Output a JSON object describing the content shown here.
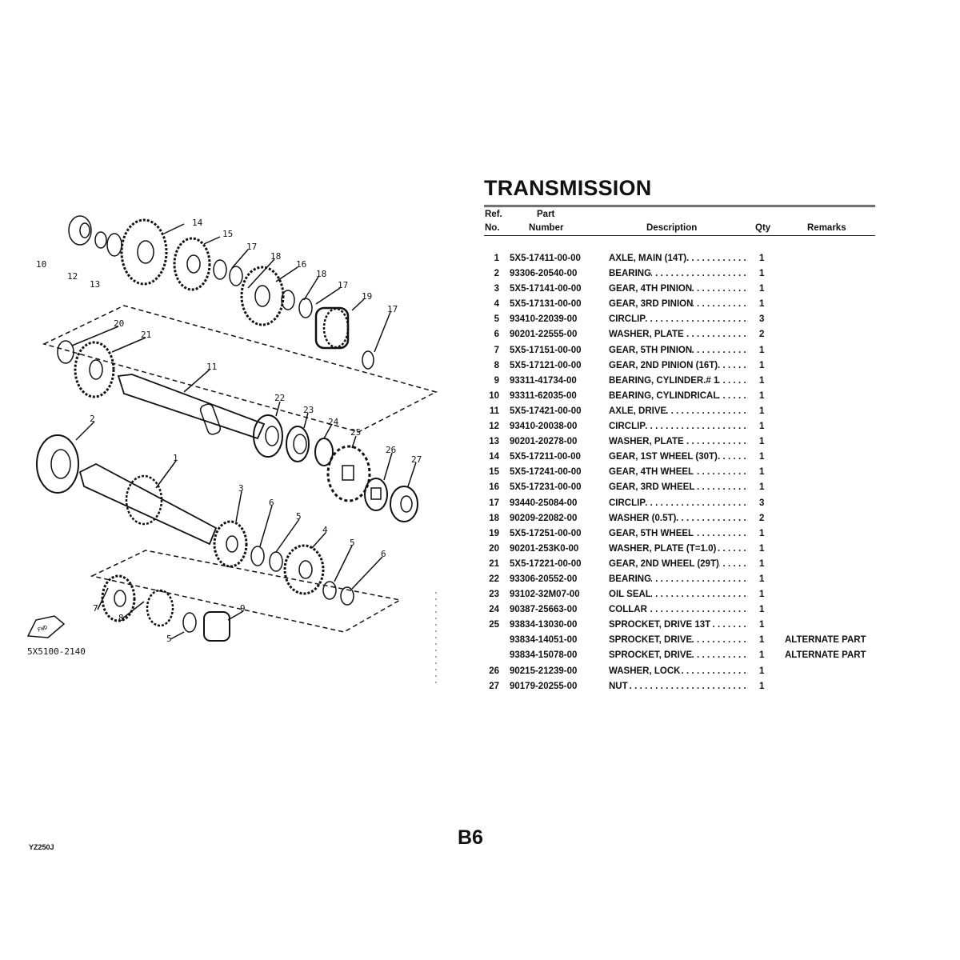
{
  "title": "TRANSMISSION",
  "headers": {
    "ref1": "Ref.",
    "ref2": "No.",
    "part1": "Part",
    "part2": "Number",
    "description": "Description",
    "qty": "Qty",
    "remarks": "Remarks"
  },
  "parts": [
    {
      "ref": "1",
      "part": "5X5-17411-00-00",
      "desc": "AXLE, MAIN (14T)",
      "qty": "1",
      "remarks": ""
    },
    {
      "ref": "2",
      "part": "93306-20540-00",
      "desc": "BEARING",
      "qty": "1",
      "remarks": ""
    },
    {
      "ref": "3",
      "part": "5X5-17141-00-00",
      "desc": "GEAR, 4TH PINION",
      "qty": "1",
      "remarks": ""
    },
    {
      "ref": "4",
      "part": "5X5-17131-00-00",
      "desc": "GEAR, 3RD PINION",
      "qty": "1",
      "remarks": ""
    },
    {
      "ref": "5",
      "part": "93410-22039-00",
      "desc": "CIRCLIP",
      "qty": "3",
      "remarks": ""
    },
    {
      "ref": "6",
      "part": "90201-22555-00",
      "desc": "WASHER, PLATE",
      "qty": "2",
      "remarks": ""
    },
    {
      "ref": "7",
      "part": "5X5-17151-00-00",
      "desc": "GEAR, 5TH PINION",
      "qty": "1",
      "remarks": ""
    },
    {
      "ref": "8",
      "part": "5X5-17121-00-00",
      "desc": "GEAR, 2ND PINION (16T)",
      "qty": "1",
      "remarks": ""
    },
    {
      "ref": "9",
      "part": "93311-41734-00",
      "desc": "BEARING, CYLINDER.# 1",
      "qty": "1",
      "remarks": ""
    },
    {
      "ref": "10",
      "part": "93311-62035-00",
      "desc": "BEARING, CYLINDRICAL",
      "qty": "1",
      "remarks": ""
    },
    {
      "ref": "11",
      "part": "5X5-17421-00-00",
      "desc": "AXLE, DRIVE",
      "qty": "1",
      "remarks": ""
    },
    {
      "ref": "12",
      "part": "93410-20038-00",
      "desc": "CIRCLIP",
      "qty": "1",
      "remarks": ""
    },
    {
      "ref": "13",
      "part": "90201-20278-00",
      "desc": "WASHER, PLATE",
      "qty": "1",
      "remarks": ""
    },
    {
      "ref": "14",
      "part": "5X5-17211-00-00",
      "desc": "GEAR, 1ST WHEEL (30T)",
      "qty": "1",
      "remarks": ""
    },
    {
      "ref": "15",
      "part": "5X5-17241-00-00",
      "desc": "GEAR, 4TH WHEEL",
      "qty": "1",
      "remarks": ""
    },
    {
      "ref": "16",
      "part": "5X5-17231-00-00",
      "desc": "GEAR, 3RD WHEEL",
      "qty": "1",
      "remarks": ""
    },
    {
      "ref": "17",
      "part": "93440-25084-00",
      "desc": "CIRCLIP",
      "qty": "3",
      "remarks": ""
    },
    {
      "ref": "18",
      "part": "90209-22082-00",
      "desc": "WASHER (0.5T)",
      "qty": "2",
      "remarks": ""
    },
    {
      "ref": "19",
      "part": "5X5-17251-00-00",
      "desc": "GEAR, 5TH WHEEL",
      "qty": "1",
      "remarks": ""
    },
    {
      "ref": "20",
      "part": "90201-253K0-00",
      "desc": "WASHER, PLATE (T=1.0)",
      "qty": "1",
      "remarks": ""
    },
    {
      "ref": "21",
      "part": "5X5-17221-00-00",
      "desc": "GEAR, 2ND WHEEL (29T)",
      "qty": "1",
      "remarks": ""
    },
    {
      "ref": "22",
      "part": "93306-20552-00",
      "desc": "BEARING",
      "qty": "1",
      "remarks": ""
    },
    {
      "ref": "23",
      "part": "93102-32M07-00",
      "desc": "OIL SEAL",
      "qty": "1",
      "remarks": ""
    },
    {
      "ref": "24",
      "part": "90387-25663-00",
      "desc": "COLLAR",
      "qty": "1",
      "remarks": ""
    },
    {
      "ref": "25",
      "part": "93834-13030-00",
      "desc": "SPROCKET, DRIVE 13T",
      "qty": "1",
      "remarks": ""
    },
    {
      "ref": "",
      "part": "93834-14051-00",
      "desc": "SPROCKET, DRIVE",
      "qty": "1",
      "remarks": "ALTERNATE PART"
    },
    {
      "ref": "",
      "part": "93834-15078-00",
      "desc": "SPROCKET, DRIVE",
      "qty": "1",
      "remarks": "ALTERNATE PART"
    },
    {
      "ref": "26",
      "part": "90215-21239-00",
      "desc": "WASHER, LOCK",
      "qty": "1",
      "remarks": ""
    },
    {
      "ref": "27",
      "part": "90179-20255-00",
      "desc": "NUT",
      "qty": "1",
      "remarks": ""
    }
  ],
  "diagram": {
    "callouts": [
      "10",
      "12",
      "13",
      "14",
      "15",
      "17",
      "18",
      "16",
      "18",
      "17",
      "19",
      "17",
      "20",
      "21",
      "11",
      "22",
      "23",
      "24",
      "25",
      "26",
      "27",
      "2",
      "1",
      "3",
      "6",
      "5",
      "4",
      "5",
      "6",
      "7",
      "8",
      "5",
      "9"
    ],
    "code": "5X5100-2140",
    "fwd": "FWD"
  },
  "page_code": "B6",
  "model": "YZ250J"
}
